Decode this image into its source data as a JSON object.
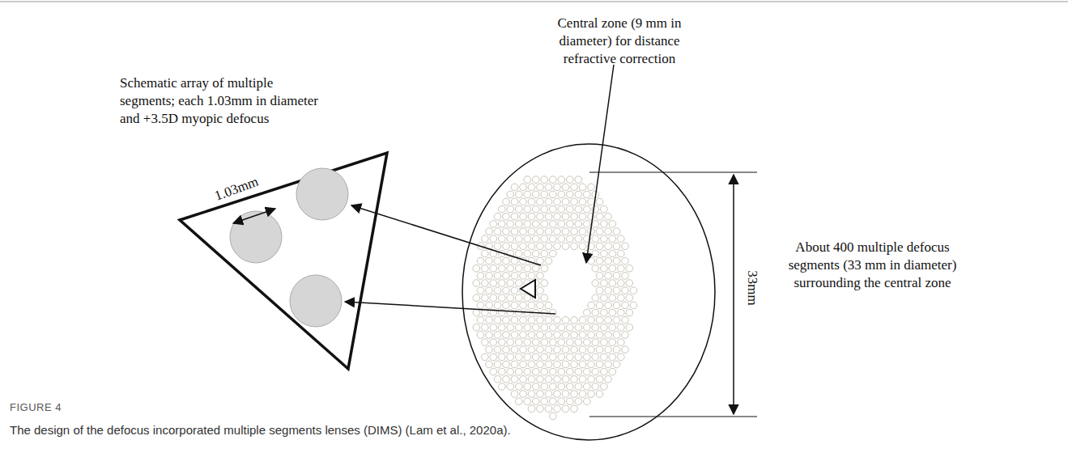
{
  "diagram": {
    "title": "FIGURE 4",
    "caption": "The design of the defocus incorporated multiple segments lenses (DIMS) (Lam et al., 2020a).",
    "labels": [
      "Schematic array of multiple segments; each 1.03mm in diameter and +3.5D myopic defocus",
      "1.03mm",
      "Central zone (9 mm in diameter) for distance refractive correction",
      "33mm",
      "About 400 multiple defocus segments (33 mm in diameter) surrounding the central zone"
    ]
  }
}
